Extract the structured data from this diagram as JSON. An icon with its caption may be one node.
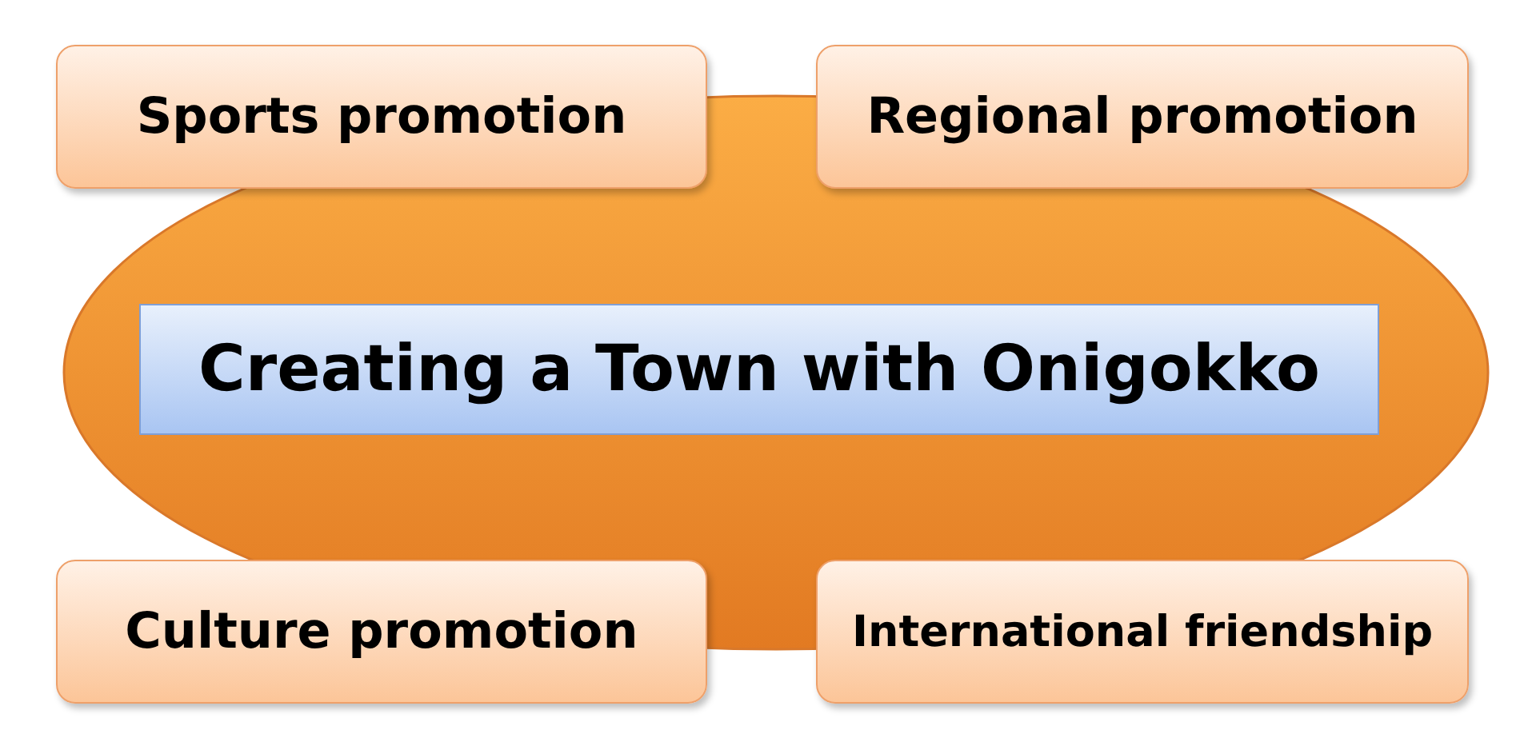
{
  "diagram": {
    "nodes": [
      {
        "text": [
          "Sports promotion"
        ]
      },
      {
        "text": [
          "Regional promotion"
        ]
      },
      {
        "text": [],
        "shape": "ellipse"
      },
      {
        "text": [
          "Creating a Town with Onigokko"
        ],
        "in": 2
      },
      {
        "text": [
          "Culture promotion"
        ]
      },
      {
        "text": [
          "International friendship"
        ]
      }
    ]
  }
}
